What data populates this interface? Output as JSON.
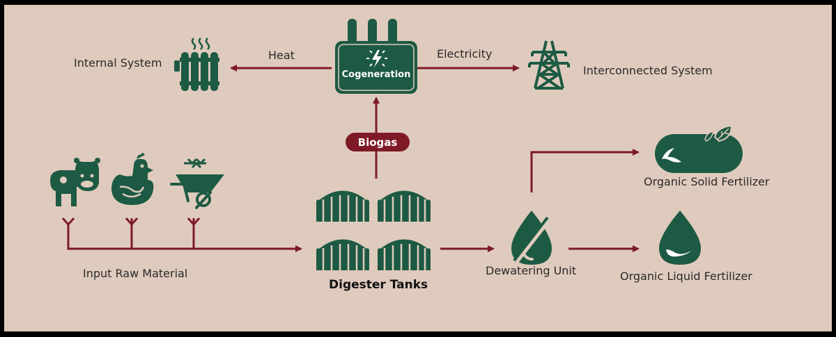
{
  "nodes": {
    "cogeneration": "Cogeneration",
    "internal_system": "Internal System",
    "interconnected_system": "Interconnected System",
    "input_raw_material": "Input Raw Material",
    "digester_tanks": "Digester Tanks",
    "dewatering_unit": "Dewatering Unit",
    "organic_solid_fertilizer": "Organic Solid Fertilizer",
    "organic_liquid_fertilizer": "Organic Liquid Fertilizer"
  },
  "edges": {
    "heat": "Heat",
    "electricity": "Electricity",
    "biogas": "Biogas"
  },
  "colors": {
    "background": "#dfcbbd",
    "icon_green": "#1d5a43",
    "arrow_red": "#7d1a26",
    "frame": "#000000"
  },
  "icons": [
    "radiator-icon",
    "cogeneration-unit-icon",
    "power-tower-icon",
    "cow-icon",
    "chicken-icon",
    "wheelbarrow-wheat-icon",
    "digester-tank-icon",
    "dewatering-drop-icon",
    "solid-fertilizer-icon",
    "liquid-drop-icon"
  ]
}
